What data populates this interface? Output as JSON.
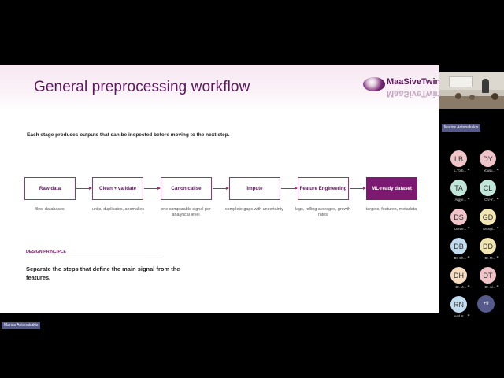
{
  "slide": {
    "title": "General preprocessing workflow",
    "logo_text": "MaaSiveTwin",
    "subtitle": "Each stage produces outputs that can be inspected before moving to the next step.",
    "steps": [
      {
        "label": "Raw data",
        "desc": "files, databases"
      },
      {
        "label": "Clean + validate",
        "desc": "units, duplicates, anomalies"
      },
      {
        "label": "Canonicalise",
        "desc": "one comparable signal per analytical level"
      },
      {
        "label": "Impute",
        "desc": "complete gaps with uncertainty"
      },
      {
        "label": "Feature Engineering",
        "desc": "lags, rolling averages, growth rates"
      },
      {
        "label": "ML-ready dataset",
        "desc": "targets, features, metadata"
      }
    ],
    "principle_label": "DESIGN PRINCIPLE",
    "principle_text": "Separate the steps that define the main signal from the features."
  },
  "presenter": {
    "name": "Marios Antonakakis"
  },
  "video": {
    "name": "Marios Antonakakis"
  },
  "participants": [
    {
      "initials": "LB",
      "name": "L.Yorb...",
      "color": "#efc3c8"
    },
    {
      "initials": "DY",
      "name": "Yousu...",
      "color": "#efc3c8"
    },
    {
      "initials": "TA",
      "name": "Argye...",
      "color": "#bfe6d8"
    },
    {
      "initials": "CL",
      "name": "Chr-Y...",
      "color": "#bfe6d8"
    },
    {
      "initials": "DS",
      "name": "Dorde...",
      "color": "#efc3c8"
    },
    {
      "initials": "GD",
      "name": "Georgi...",
      "color": "#f1e5b2"
    },
    {
      "initials": "DB",
      "name": "Dr. Ch...",
      "color": "#c2dcef"
    },
    {
      "initials": "DD",
      "name": "Dr. M...",
      "color": "#f1e5b2"
    },
    {
      "initials": "DH",
      "name": "Dr. M...",
      "color": "#f5dcc0"
    },
    {
      "initials": "DT",
      "name": "Dr. Al...",
      "color": "#efc3c8"
    },
    {
      "initials": "RN",
      "name": "read.st...",
      "color": "#c2dcef"
    }
  ],
  "more_label": "+9",
  "icons": {
    "mic": "mic-muted-icon"
  }
}
